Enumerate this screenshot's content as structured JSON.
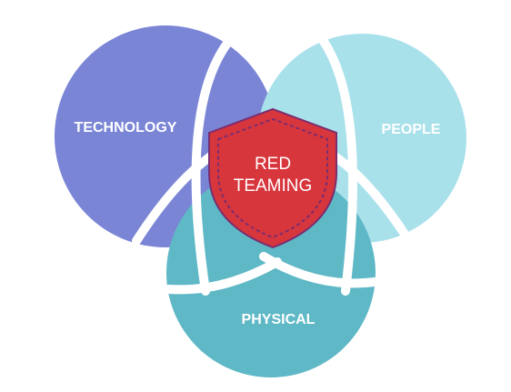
{
  "diagram": {
    "circles": [
      {
        "id": "technology",
        "label": "TECHNOLOGY",
        "color": "#7a85d6"
      },
      {
        "id": "people",
        "label": "PEOPLE",
        "color": "#a9e1eb"
      },
      {
        "id": "physical",
        "label": "PHYSICAL",
        "color": "#5fb8c6"
      }
    ],
    "center": {
      "line1": "RED",
      "line2": "TEAMING",
      "shield_color": "#d8363d",
      "shield_outline_color": "#7b2d6e"
    },
    "separator_color": "#ffffff"
  }
}
